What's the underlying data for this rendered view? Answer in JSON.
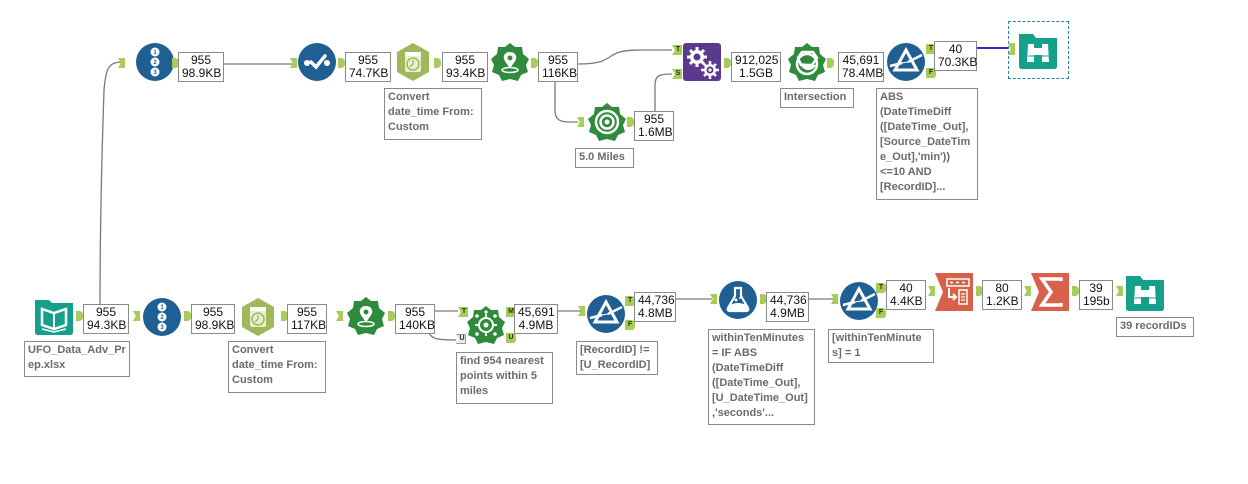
{
  "app": "Alteryx Designer workflow canvas",
  "colors": {
    "anchor": "#a8cc5a",
    "preparation": "#9eb85a",
    "spatial": "#2f8a3c",
    "join": "#5b3a8e",
    "formula_blue": "#1f5f93",
    "developer": "#d8614a",
    "in_out": "#14a08a",
    "selected_wire": "#2d2dc8"
  },
  "tools": {
    "input": {
      "icon": "input-data-book-icon",
      "annotation": "UFO_Data_Adv_Pr\nep.xlsx",
      "stat": {
        "records": "955",
        "size": "94.3KB"
      }
    },
    "recordid_bottom": {
      "icon": "record-id-icon",
      "stat": {
        "records": "955",
        "size": "98.9KB"
      }
    },
    "datetime_bottom": {
      "icon": "datetime-icon",
      "annotation": "Convert\ndate_time From:\nCustom",
      "stat": {
        "records": "955",
        "size": "117KB"
      }
    },
    "createpoints_bottom": {
      "icon": "create-points-icon",
      "stat": {
        "records": "955",
        "size": "140KB"
      }
    },
    "findnearest": {
      "icon": "find-nearest-icon",
      "anchors": [
        "T",
        "U",
        "M",
        "U"
      ],
      "annotation": "find 954 nearest\npoints within 5\nmiles",
      "stat": {
        "records": "45,691",
        "size": "4.9MB"
      }
    },
    "filter_recordid": {
      "icon": "filter-icon",
      "anchors": [
        "T",
        "F"
      ],
      "annotation": "[RecordID] !=\n[U_RecordID]",
      "stat": {
        "records": "44,736",
        "size": "4.8MB"
      }
    },
    "formula": {
      "icon": "formula-icon",
      "annotation": "withinTenMinutes\n= IF ABS\n(DateTimeDiff\n([DateTime_Out],\n[U_DateTime_Out]\n,'seconds'...",
      "stat": {
        "records": "44,736",
        "size": "4.9MB"
      }
    },
    "filter_within": {
      "icon": "filter-icon",
      "anchors": [
        "T",
        "F"
      ],
      "annotation": "[withinTenMinute\ns] = 1",
      "stat": {
        "records": "40",
        "size": "4.4KB"
      }
    },
    "unique": {
      "icon": "dynamic-select-icon",
      "stat": {
        "records": "80",
        "size": "1.2KB"
      }
    },
    "summarize": {
      "icon": "summarize-sigma-icon",
      "stat": {
        "records": "39",
        "size": "195b"
      }
    },
    "browse_bottom": {
      "icon": "browse-binoculars-icon",
      "annotation": "39 recordIDs"
    },
    "recordid_top": {
      "icon": "record-id-icon",
      "stat": {
        "records": "955",
        "size": "98.9KB"
      }
    },
    "select_top": {
      "icon": "select-check-icon",
      "stat": {
        "records": "955",
        "size": "74.7KB"
      }
    },
    "datetime_top": {
      "icon": "datetime-icon",
      "annotation": "Convert\ndate_time From:\nCustom",
      "stat": {
        "records": "955",
        "size": "93.4KB"
      }
    },
    "createpoints_top": {
      "icon": "create-points-icon",
      "stat": {
        "records": "955",
        "size": "116KB"
      }
    },
    "tradearea": {
      "icon": "trade-area-icon",
      "annotation": "5.0 Miles",
      "stat": {
        "records": "955",
        "size": "1.6MB"
      }
    },
    "spatialmatch": {
      "icon": "spatial-match-icon",
      "anchors": [
        "T",
        "S"
      ],
      "stat": {
        "records": "912,025",
        "size": "1.5GB"
      }
    },
    "spatialprocess": {
      "icon": "spatial-process-icon",
      "annotation": "Intersection",
      "stat": {
        "records": "45,691",
        "size": "78.4MB"
      }
    },
    "filter_top": {
      "icon": "filter-icon",
      "anchors": [
        "T",
        "F"
      ],
      "annotation": "ABS\n(DateTimeDiff\n([DateTime_Out],\n[Source_DateTim\ne_Out],'min'))\n<=10 AND\n[RecordID]...",
      "stat": {
        "records": "40",
        "size": "70.3KB"
      }
    },
    "browse_top": {
      "icon": "browse-binoculars-icon",
      "selected": true
    }
  }
}
